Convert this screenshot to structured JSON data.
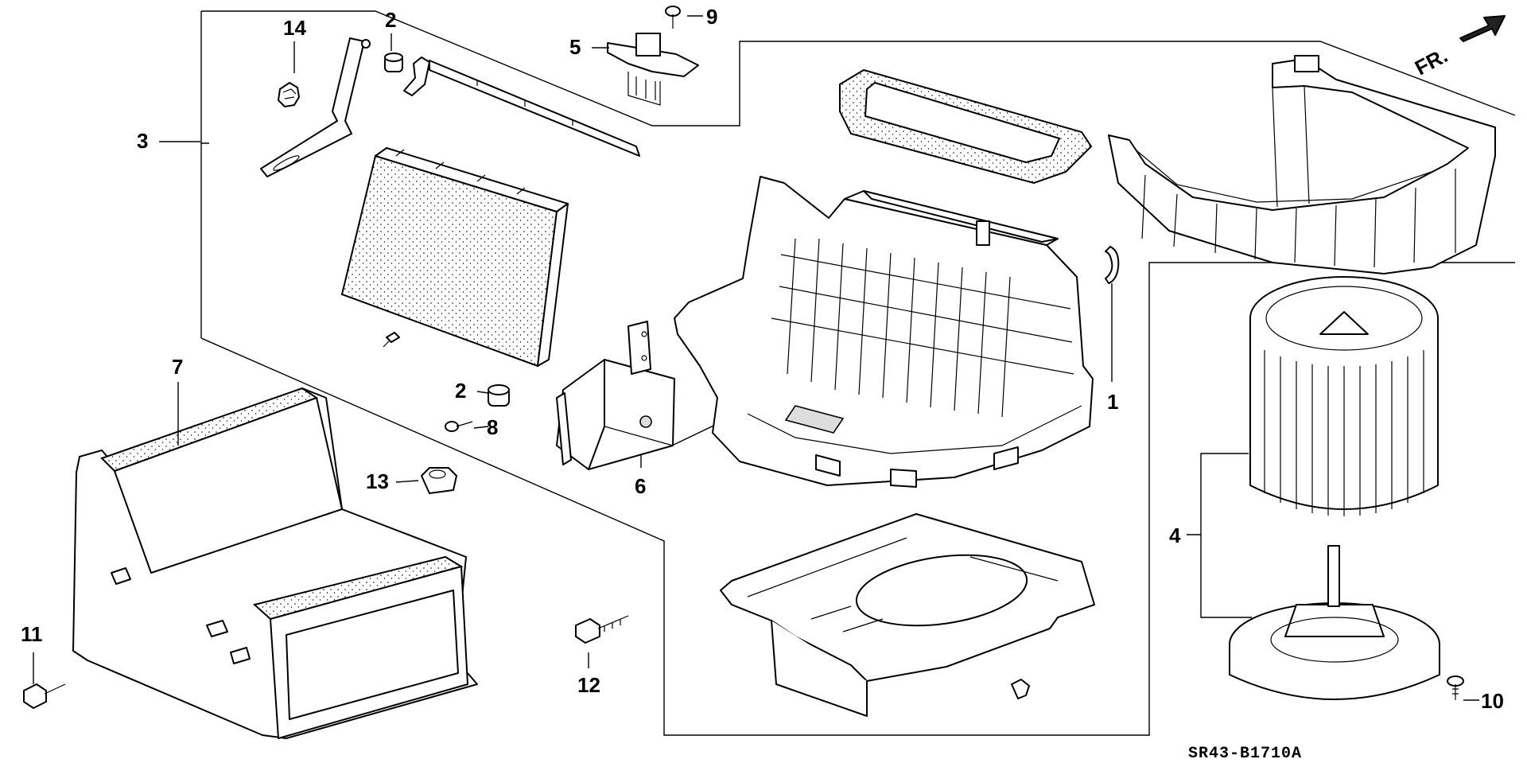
{
  "diagram": {
    "code": "SR43-B1710A",
    "direction_label": "FR.",
    "callouts": [
      {
        "id": "1",
        "text": "1"
      },
      {
        "id": "2a",
        "text": "2"
      },
      {
        "id": "2b",
        "text": "2"
      },
      {
        "id": "3",
        "text": "3"
      },
      {
        "id": "4",
        "text": "4"
      },
      {
        "id": "5",
        "text": "5"
      },
      {
        "id": "6",
        "text": "6"
      },
      {
        "id": "7",
        "text": "7"
      },
      {
        "id": "8",
        "text": "8"
      },
      {
        "id": "9",
        "text": "9"
      },
      {
        "id": "10",
        "text": "10"
      },
      {
        "id": "11",
        "text": "11"
      },
      {
        "id": "12",
        "text": "12"
      },
      {
        "id": "13",
        "text": "13"
      },
      {
        "id": "14",
        "text": "14"
      }
    ]
  }
}
